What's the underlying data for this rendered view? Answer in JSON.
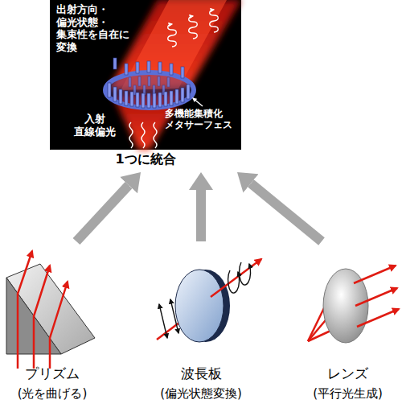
{
  "diagram": {
    "nodes": [
      {
        "text": [
          "出射方向・ 偏光状態・ 集束性を自在に 変換",
          "入射 直線偏光",
          "多機能集積化 メタサーフェス",
          "1つに統合"
        ]
      },
      {
        "text": [
          "プリズム",
          "(光を曲げる)"
        ]
      },
      {
        "text": [
          "波長板",
          "(偏光状態変換)"
        ]
      },
      {
        "text": [
          "レンズ",
          "(平行光生成)"
        ]
      }
    ],
    "edges": [
      {
        "from": 1,
        "to": 0,
        "arrow": "to"
      },
      {
        "from": 2,
        "to": 0,
        "arrow": "to"
      },
      {
        "from": 3,
        "to": 0,
        "arrow": "to"
      }
    ]
  }
}
